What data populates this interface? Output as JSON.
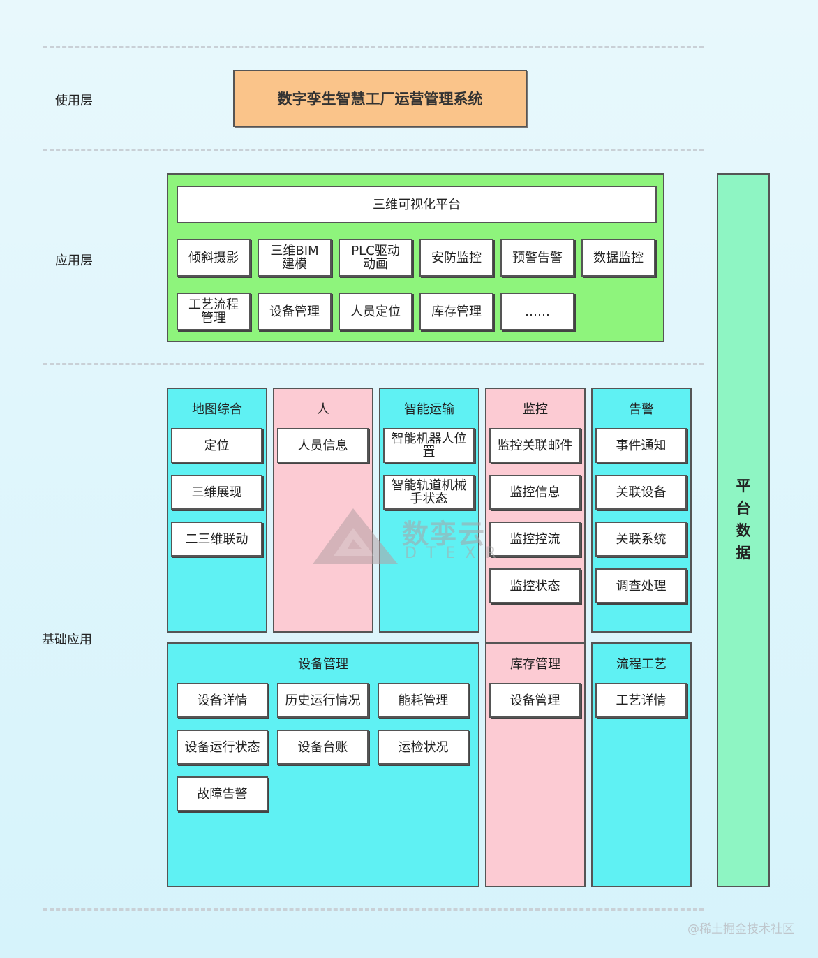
{
  "layers": {
    "usage": "使用层",
    "application": "应用层",
    "base": "基础应用"
  },
  "system_title": "数字孪生智慧工厂运营管理系统",
  "app_layer": {
    "platform": "三维可视化平台",
    "row1": [
      "倾斜摄影",
      "三维BIM\n建模",
      "PLC驱动\n动画",
      "安防监控",
      "预警告警",
      "数据监控"
    ],
    "row2": [
      "工艺流程\n管理",
      "设备管理",
      "人员定位",
      "库存管理",
      "……"
    ]
  },
  "columns": [
    {
      "title": "地图综合",
      "items": [
        "定位",
        "三维展现",
        "二三维联动"
      ]
    },
    {
      "title": "人",
      "items": [
        "人员信息"
      ]
    },
    {
      "title": "智能运输",
      "items": [
        "智能机器人位\n置",
        "智能轨道机械\n手状态"
      ]
    },
    {
      "title": "监控",
      "items": [
        "监控关联邮件",
        "监控信息",
        "监控控流",
        "监控状态"
      ]
    },
    {
      "title": "告警",
      "items": [
        "事件通知",
        "关联设备",
        "关联系统",
        "调查处理"
      ]
    }
  ],
  "bottom": {
    "device": {
      "title": "设备管理",
      "items": [
        "设备详情",
        "历史运行情况",
        "能耗管理",
        "设备运行状态",
        "设备台账",
        "运检状况",
        "故障告警"
      ]
    },
    "inventory": {
      "title": "库存管理",
      "items": [
        "设备管理"
      ]
    },
    "process": {
      "title": "流程工艺",
      "items": [
        "工艺详情"
      ]
    }
  },
  "side_panel": [
    "平",
    "台",
    "数",
    "据"
  ],
  "watermark": {
    "text": "数孪云",
    "sub": "DTEXR"
  },
  "credit": "@稀土掘金技术社区",
  "colors": {
    "title_box": "#fac48a",
    "green": "#8ef47c",
    "cyan": "#5ff1f3",
    "pink": "#fccbd3",
    "mint": "#8ef5c3"
  }
}
